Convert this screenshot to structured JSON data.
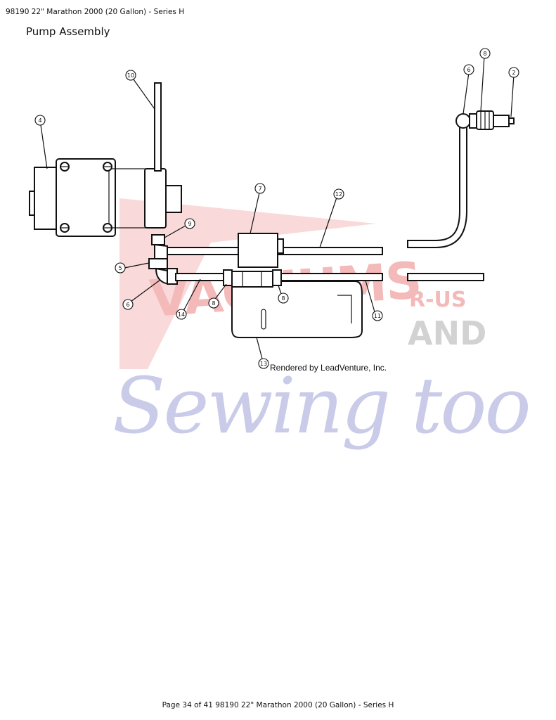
{
  "header": {
    "text": "98190 22\" Marathon 2000 (20 Gallon) - Series H"
  },
  "section": {
    "title": "Pump Assembly"
  },
  "diagram": {
    "callouts": [
      "10",
      "4",
      "9",
      "7",
      "12",
      "5",
      "6",
      "14",
      "8",
      "8",
      "11",
      "13",
      "6",
      "8",
      "2"
    ],
    "credit": "Rendered by LeadVenture, Inc.",
    "watermark": {
      "word1": "VACUUMS",
      "word2": "R-US",
      "word3": "AND",
      "word4": "Sewing too"
    },
    "colors": {
      "watermark_red": "#f4b9b9",
      "watermark_blue": "#c9cbe8",
      "line": "#111111"
    }
  },
  "footer": {
    "text": "Page 34 of 41 98190 22\" Marathon 2000 (20 Gallon) - Series H"
  }
}
